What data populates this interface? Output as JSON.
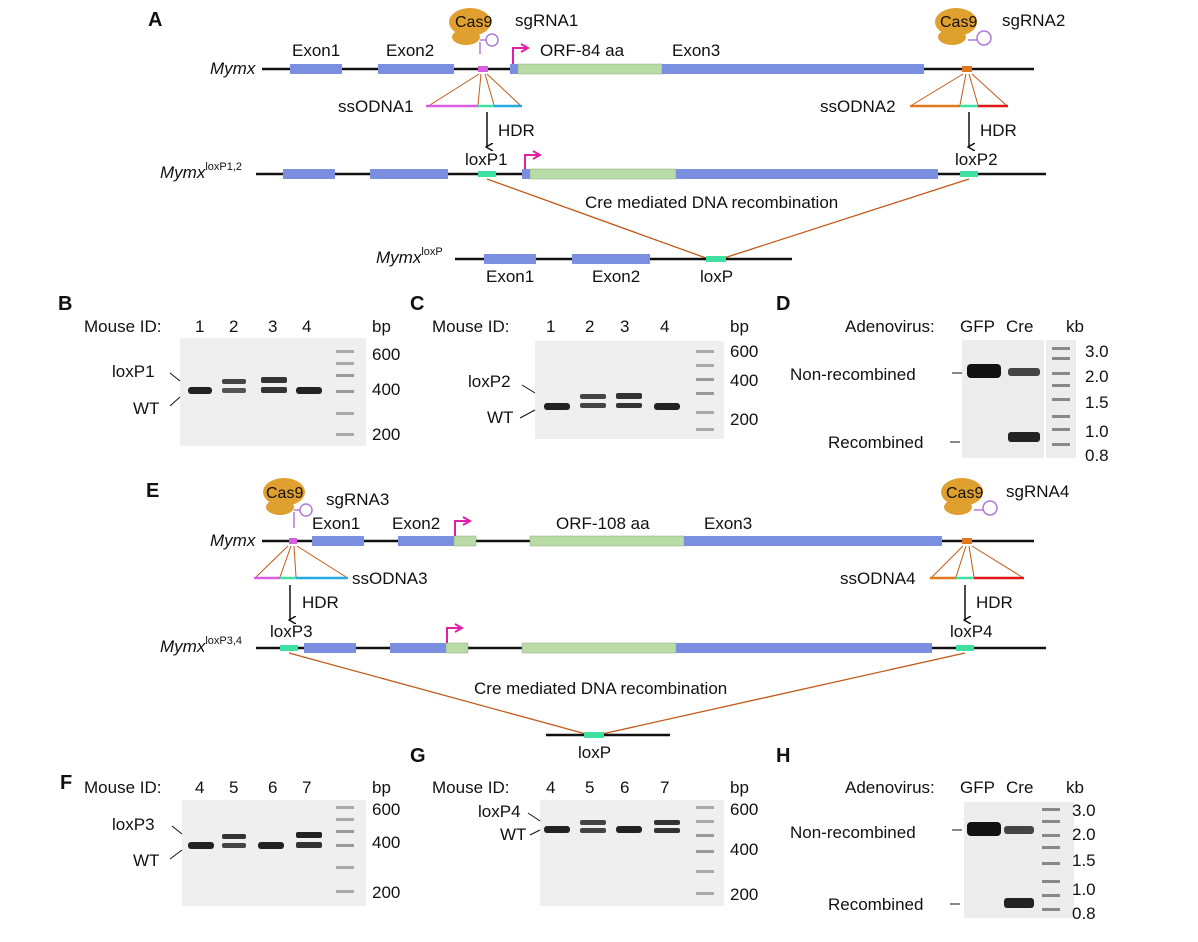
{
  "panels": {
    "A": {
      "letter": "A",
      "gene": "Mymx",
      "cas9_label": "Cas9",
      "sgrna_left": "sgRNA1",
      "sgrna_right": "sgRNA2",
      "exon1": "Exon1",
      "exon2": "Exon2",
      "orf": "ORF-84 aa",
      "exon3": "Exon3",
      "ssodna_left": "ssODNA1",
      "ssodna_right": "ssODNA2",
      "hdr": "HDR",
      "floxed_gene": "Mymx",
      "floxed_sup": "loxP1,2",
      "loxp_left": "loxP1",
      "loxp_right": "loxP2",
      "cre": "Cre mediated DNA recombination",
      "recomb_gene": "Mymx",
      "recomb_sup": "loxP",
      "r_exon1": "Exon1",
      "r_exon2": "Exon2",
      "r_loxp": "loxP"
    },
    "B": {
      "letter": "B",
      "mouse_id": "Mouse ID:",
      "lanes": [
        "1",
        "2",
        "3",
        "4"
      ],
      "unit": "bp",
      "ladder": [
        "600",
        "400",
        "200"
      ],
      "band_top": "loxP1",
      "band_bottom": "WT"
    },
    "C": {
      "letter": "C",
      "mouse_id": "Mouse ID:",
      "lanes": [
        "1",
        "2",
        "3",
        "4"
      ],
      "unit": "bp",
      "ladder": [
        "600",
        "400",
        "200"
      ],
      "band_top": "loxP2",
      "band_bottom": "WT"
    },
    "D": {
      "letter": "D",
      "adenovirus": "Adenovirus:",
      "lane_gfp": "GFP",
      "lane_cre": "Cre",
      "unit": "kb",
      "ladder": [
        "3.0",
        "2.0",
        "1.5",
        "1.0",
        "0.8"
      ],
      "band_top": "Non-recombined",
      "band_bottom": "Recombined"
    },
    "E": {
      "letter": "E",
      "gene": "Mymx",
      "cas9_label": "Cas9",
      "sgrna_left": "sgRNA3",
      "sgrna_right": "sgRNA4",
      "exon1": "Exon1",
      "exon2": "Exon2",
      "orf": "ORF-108 aa",
      "exon3": "Exon3",
      "ssodna_left": "ssODNA3",
      "ssodna_right": "ssODNA4",
      "hdr": "HDR",
      "floxed_gene": "Mymx",
      "floxed_sup": "loxP3,4",
      "loxp_left": "loxP3",
      "loxp_right": "loxP4",
      "cre": "Cre mediated DNA recombination",
      "r_loxp": "loxP"
    },
    "F": {
      "letter": "F",
      "mouse_id": "Mouse ID:",
      "lanes": [
        "4",
        "5",
        "6",
        "7"
      ],
      "unit": "bp",
      "ladder": [
        "600",
        "400",
        "200"
      ],
      "band_top": "loxP3",
      "band_bottom": "WT"
    },
    "G": {
      "letter": "G",
      "mouse_id": "Mouse ID:",
      "lanes": [
        "4",
        "5",
        "6",
        "7"
      ],
      "unit": "bp",
      "ladder": [
        "600",
        "400",
        "200"
      ],
      "band_top": "loxP4",
      "band_bottom": "WT"
    },
    "H": {
      "letter": "H",
      "adenovirus": "Adenovirus:",
      "lane_gfp": "GFP",
      "lane_cre": "Cre",
      "unit": "kb",
      "ladder": [
        "3.0",
        "2.0",
        "1.5",
        "1.0",
        "0.8"
      ],
      "band_top": "Non-recombined",
      "band_bottom": "Recombined"
    }
  },
  "colors": {
    "exon": "#7b8fe0",
    "orf": "#b9dca6",
    "loxp": "#3fe0a0",
    "promoter_arrow": "#e01ea8",
    "cas9": "#e0a030",
    "cre_line": "#c05a18",
    "ssodna_magenta": "#d860e0",
    "ssodna_blue": "#28a8e0",
    "ssodna_orange": "#e07820",
    "ssodna_red": "#e01818"
  }
}
